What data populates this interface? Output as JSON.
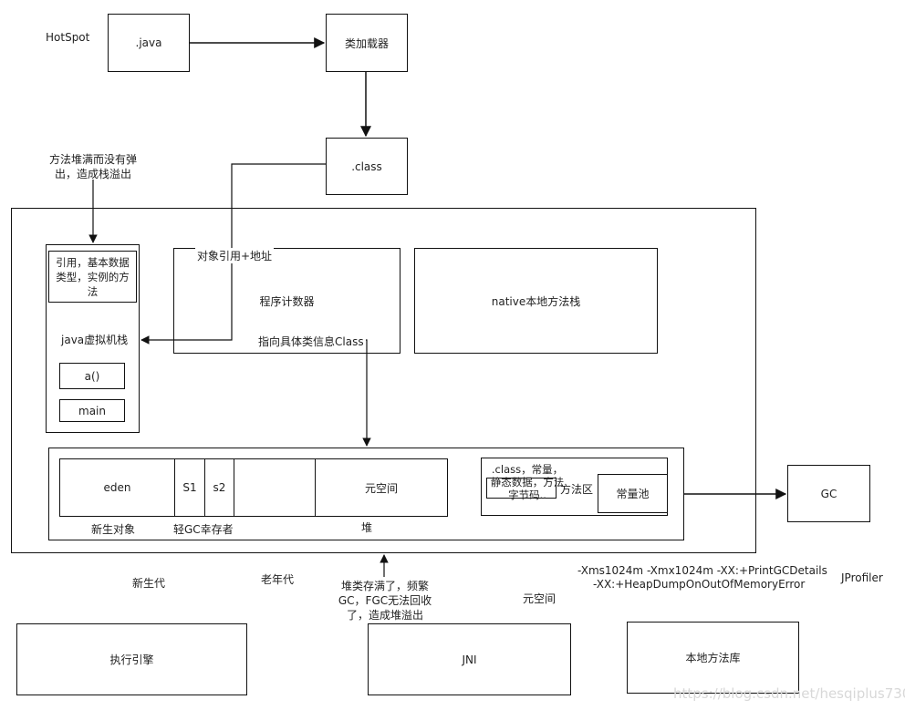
{
  "hotspot": "HotSpot",
  "java_file": ".java",
  "class_loader": "类加载器",
  "class_file": ".class",
  "stack_overflow_note": "方法堆满而没有弹出，造成栈溢出",
  "object_ref_label": "对象引用+地址",
  "frame_contents": "引用，基本数据类型，实例的方法",
  "jvm_stack": "java虚拟机栈",
  "method_a": "a()",
  "method_main": "main",
  "program_counter": "程序计数器",
  "class_info_label": "指向具体类信息Class",
  "native_stack": "native本地方法栈",
  "eden": "eden",
  "s1": "S1",
  "s2": "s2",
  "metaspace_inner": "元空间",
  "young_objects": "新生对象",
  "minor_gc_survivors": "轻GC幸存者",
  "heap": "堆",
  "method_area_contents": ".class，常量，静态数据，方法字节码..",
  "method_area": "方法区",
  "constant_pool": "常量池",
  "gc": "GC",
  "young_gen": "新生代",
  "old_gen": "老年代",
  "heap_overflow_note": "堆类存满了，频繁GC，FGC无法回收了，造成堆溢出",
  "metaspace_outer": "元空间",
  "jvm_opts_line1": "-Xms1024m -Xmx1024m -XX:+PrintGCDetails",
  "jvm_opts_line2": "-XX:+HeapDumpOnOutOfMemoryError",
  "jprofiler": "JProfiler",
  "exec_engine": "执行引擎",
  "jni": "JNI",
  "native_lib": "本地方法库",
  "watermark": "https://blog.csdn.net/hesqiplus730"
}
